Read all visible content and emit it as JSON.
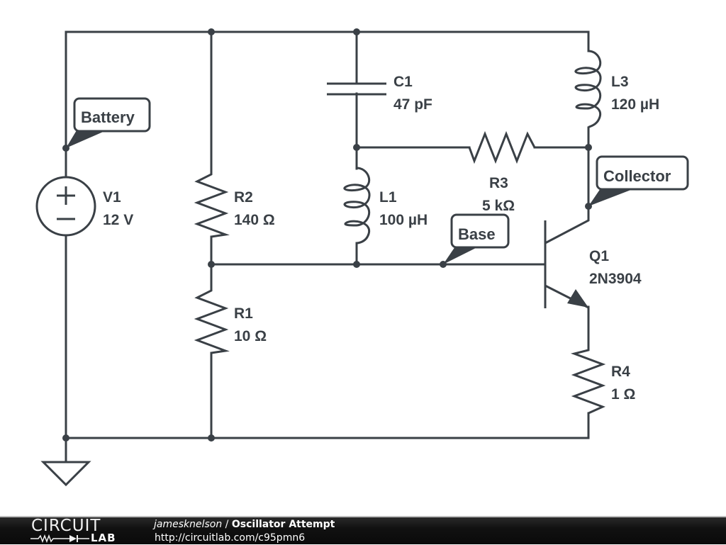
{
  "schematic": {
    "components": {
      "V1": {
        "ref": "V1",
        "value": "12 V",
        "type": "voltage-source"
      },
      "R1": {
        "ref": "R1",
        "value": "10 Ω",
        "type": "resistor"
      },
      "R2": {
        "ref": "R2",
        "value": "140 Ω",
        "type": "resistor"
      },
      "R3": {
        "ref": "R3",
        "value": "5 kΩ",
        "type": "resistor"
      },
      "R4": {
        "ref": "R4",
        "value": "1 Ω",
        "type": "resistor"
      },
      "C1": {
        "ref": "C1",
        "value": "47 pF",
        "type": "capacitor"
      },
      "L1": {
        "ref": "L1",
        "value": "100 µH",
        "type": "inductor"
      },
      "L3": {
        "ref": "L3",
        "value": "120 µH",
        "type": "inductor"
      },
      "Q1": {
        "ref": "Q1",
        "value": "2N3904",
        "type": "npn-transistor"
      }
    },
    "net_labels": {
      "battery": "Battery",
      "collector": "Collector",
      "base": "Base"
    },
    "source_signs": {
      "plus": "+",
      "minus": "−"
    }
  },
  "footer": {
    "logo_top": "CIRCUIT",
    "logo_bottom": "LAB",
    "author": "jamesknelson",
    "separator": " / ",
    "title": "Oscillator Attempt",
    "url": "http://circuitlab.com/c95pmn6"
  }
}
